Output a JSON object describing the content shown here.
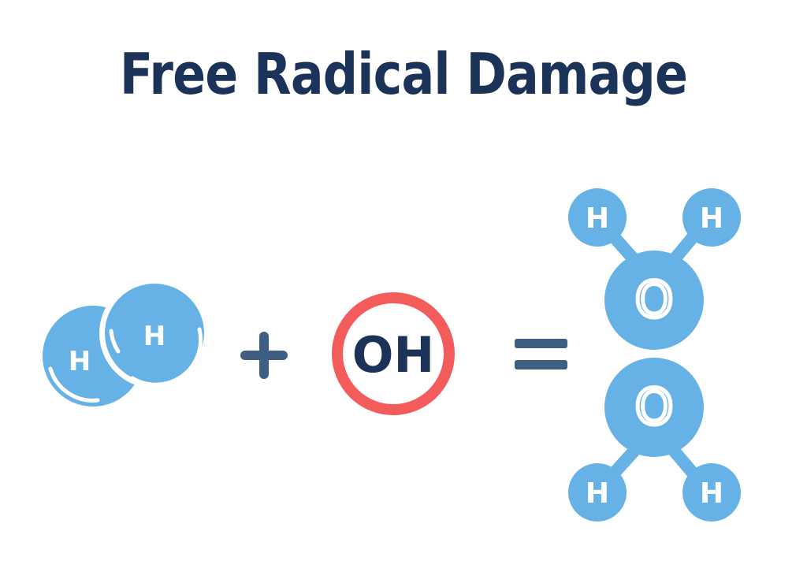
{
  "title": "Free Radical Damage",
  "colors": {
    "title": "#1c3359",
    "atom": "#66b2e6",
    "operator": "#3e5f82",
    "radical_ring": "#f45b5b",
    "radical_text": "#1c3359"
  },
  "equation": {
    "reactant1": {
      "name": "hydrogen molecule",
      "atoms": [
        "H",
        "H"
      ]
    },
    "operator_plus": "+",
    "reactant2": {
      "name": "hydroxyl radical",
      "label": "OH"
    },
    "operator_equals": "=",
    "product": {
      "name": "peroxide-like molecule",
      "atoms": {
        "top_left_h": "H",
        "top_right_h": "H",
        "upper_o": "O",
        "lower_o": "O",
        "bottom_left_h": "H",
        "bottom_right_h": "H"
      }
    }
  }
}
